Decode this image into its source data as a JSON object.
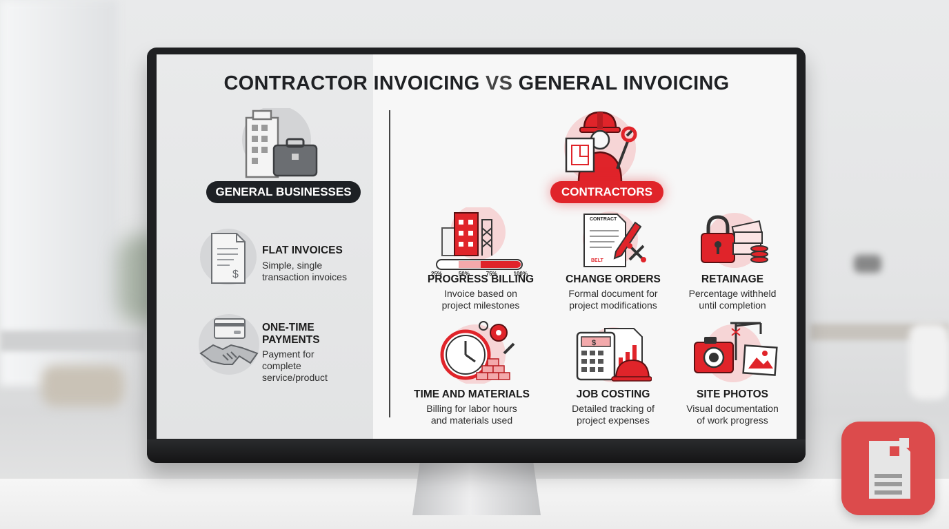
{
  "title": {
    "part1": "CONTRACTOR INVOICING",
    "vs": "VS",
    "part2": "GENERAL INVOICING"
  },
  "general": {
    "label": "GENERAL BUSINESSES",
    "items": [
      {
        "title": "FLAT INVOICES",
        "desc": [
          "Simple, single",
          "transaction invoices"
        ]
      },
      {
        "title": [
          "ONE-TIME",
          "PAYMENTS"
        ],
        "desc": [
          "Payment for",
          "complete",
          "service/product"
        ]
      }
    ]
  },
  "contractors": {
    "label": "CONTRACTORS",
    "items": [
      {
        "title": "PROGRESS BILLING",
        "desc": [
          "Invoice based on",
          "project milestones"
        ],
        "progress_ticks": [
          "25%",
          "50%",
          "75%",
          "100%"
        ]
      },
      {
        "title": "CHANGE ORDERS",
        "desc": [
          "Formal document for",
          "project modifications"
        ],
        "doc_header": "CONTRACT",
        "doc_footer": "BELT"
      },
      {
        "title": "RETAINAGE",
        "desc": [
          "Percentage withheld",
          "until completion"
        ]
      },
      {
        "title": "TIME AND MATERIALS",
        "desc": [
          "Billing for labor hours",
          "and materials used"
        ]
      },
      {
        "title": "JOB COSTING",
        "desc": [
          "Detailed tracking of",
          "project expenses"
        ]
      },
      {
        "title": "SITE PHOTOS",
        "desc": [
          "Visual documentation",
          "of work progress"
        ]
      }
    ]
  },
  "colors": {
    "accent": "#e0242a",
    "dark": "#1e2125",
    "badge": "#dc4b4c"
  }
}
